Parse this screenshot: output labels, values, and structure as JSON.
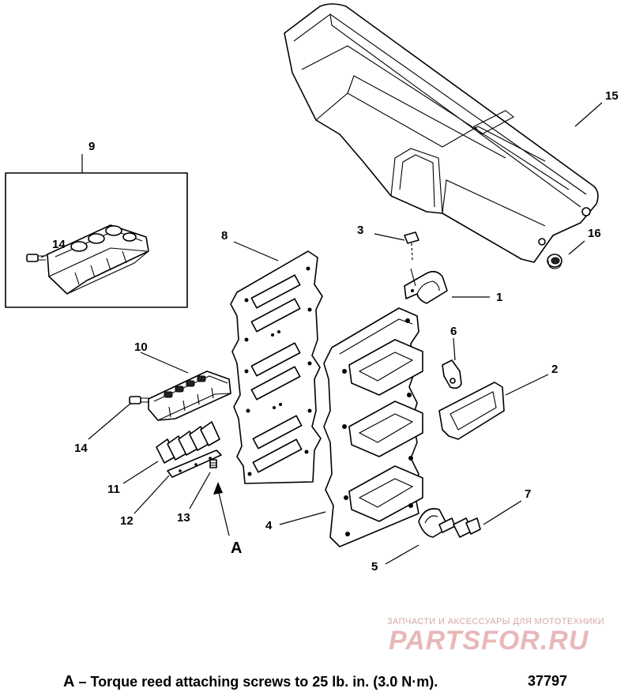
{
  "callouts": {
    "c1": "1",
    "c2": "2",
    "c3": "3",
    "c4": "4",
    "c5": "5",
    "c6": "6",
    "c7": "7",
    "c8": "8",
    "c9": "9",
    "c10": "10",
    "c11": "11",
    "c12": "12",
    "c13": "13",
    "c14_inset": "14",
    "c14": "14",
    "c15": "15",
    "c16": "16",
    "cA": "A"
  },
  "footer": {
    "letter": "A",
    "dash": "–",
    "note": "Torque reed attaching screws to 25 lb. in. (3.0 N·m).",
    "figure_id": "37797"
  },
  "watermark": {
    "caption": "ЗАПЧАСТИ И АКСЕССУАРЫ ДЛЯ МОТОТЕХНИКИ",
    "logo": "PARTSFOR.RU"
  }
}
